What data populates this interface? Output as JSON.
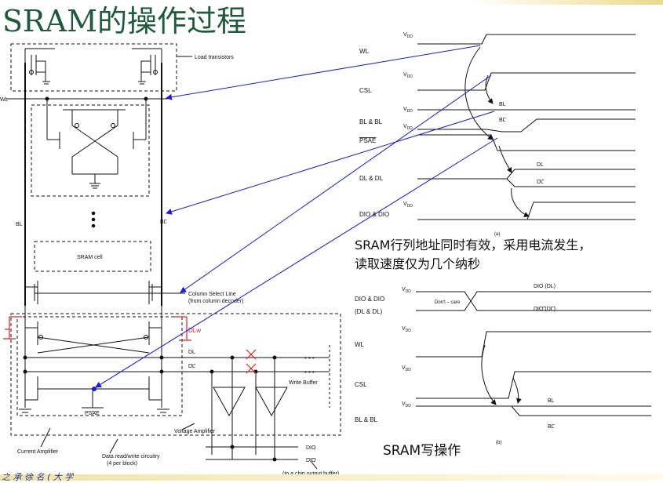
{
  "slide": {
    "title": "SRAM的操作过程",
    "caption_read_1": "SRAM行列地址同时有效，采用电流发生，",
    "caption_read_2": "读取速度仅为几个纳秒",
    "caption_write": "SRAM写操作",
    "bottom_text": "之 承 徐 名 ( 大 学"
  },
  "colors": {
    "title": "#1f5a3a",
    "arrow": "#1a1ad8",
    "mark": "#e02020",
    "wire": "#111111"
  },
  "circuit": {
    "load_transistors": "Load transistors",
    "wl": "WL",
    "bl": "BL",
    "bl_bar": "BL",
    "sram_cell": "SRAM cell",
    "column_select_1": "Column Select Line",
    "column_select_2": "(from column decoder)",
    "dl_w": "DLw",
    "dl": "DL",
    "dl_bar": "DL",
    "psae": "PSAE",
    "write_buffer": "Write Buffer",
    "voltage_amplifier": "Voltage Amplifier",
    "current_amplifier": "Current Amplifier",
    "data_rw_1": "Data read/write circuitry",
    "data_rw_2": "(4 per block)",
    "dio": "DIO",
    "dio_bar": "DIO",
    "chip_output": "(to a chip output buffer)",
    "dots": "• • •"
  },
  "timing_read": {
    "vdd": "V",
    "dd": "DD",
    "wl": "WL",
    "csl": "CSL",
    "bl_blbar": "BL & BL",
    "psae": "PSAE",
    "dl_dlbar": "DL & DL",
    "dio_diobar": "DIO & DIO",
    "bl": "BL",
    "bl_bar": "BL",
    "dl": "DL",
    "dl_bar": "DL",
    "label": "(a)"
  },
  "timing_write": {
    "dio_diobar": "DIO & DIO",
    "dl_dlbar_paren": "(DL & DL)",
    "dont_care": "Don't – care",
    "dio_dl": "DIO (DL)",
    "dio_dl_bar": "DIO (DL)",
    "wl": "WL",
    "csl": "CSL",
    "bl_blbar": "BL & BL",
    "bl": "BL",
    "bl_bar": "BL",
    "label": "(b)"
  }
}
